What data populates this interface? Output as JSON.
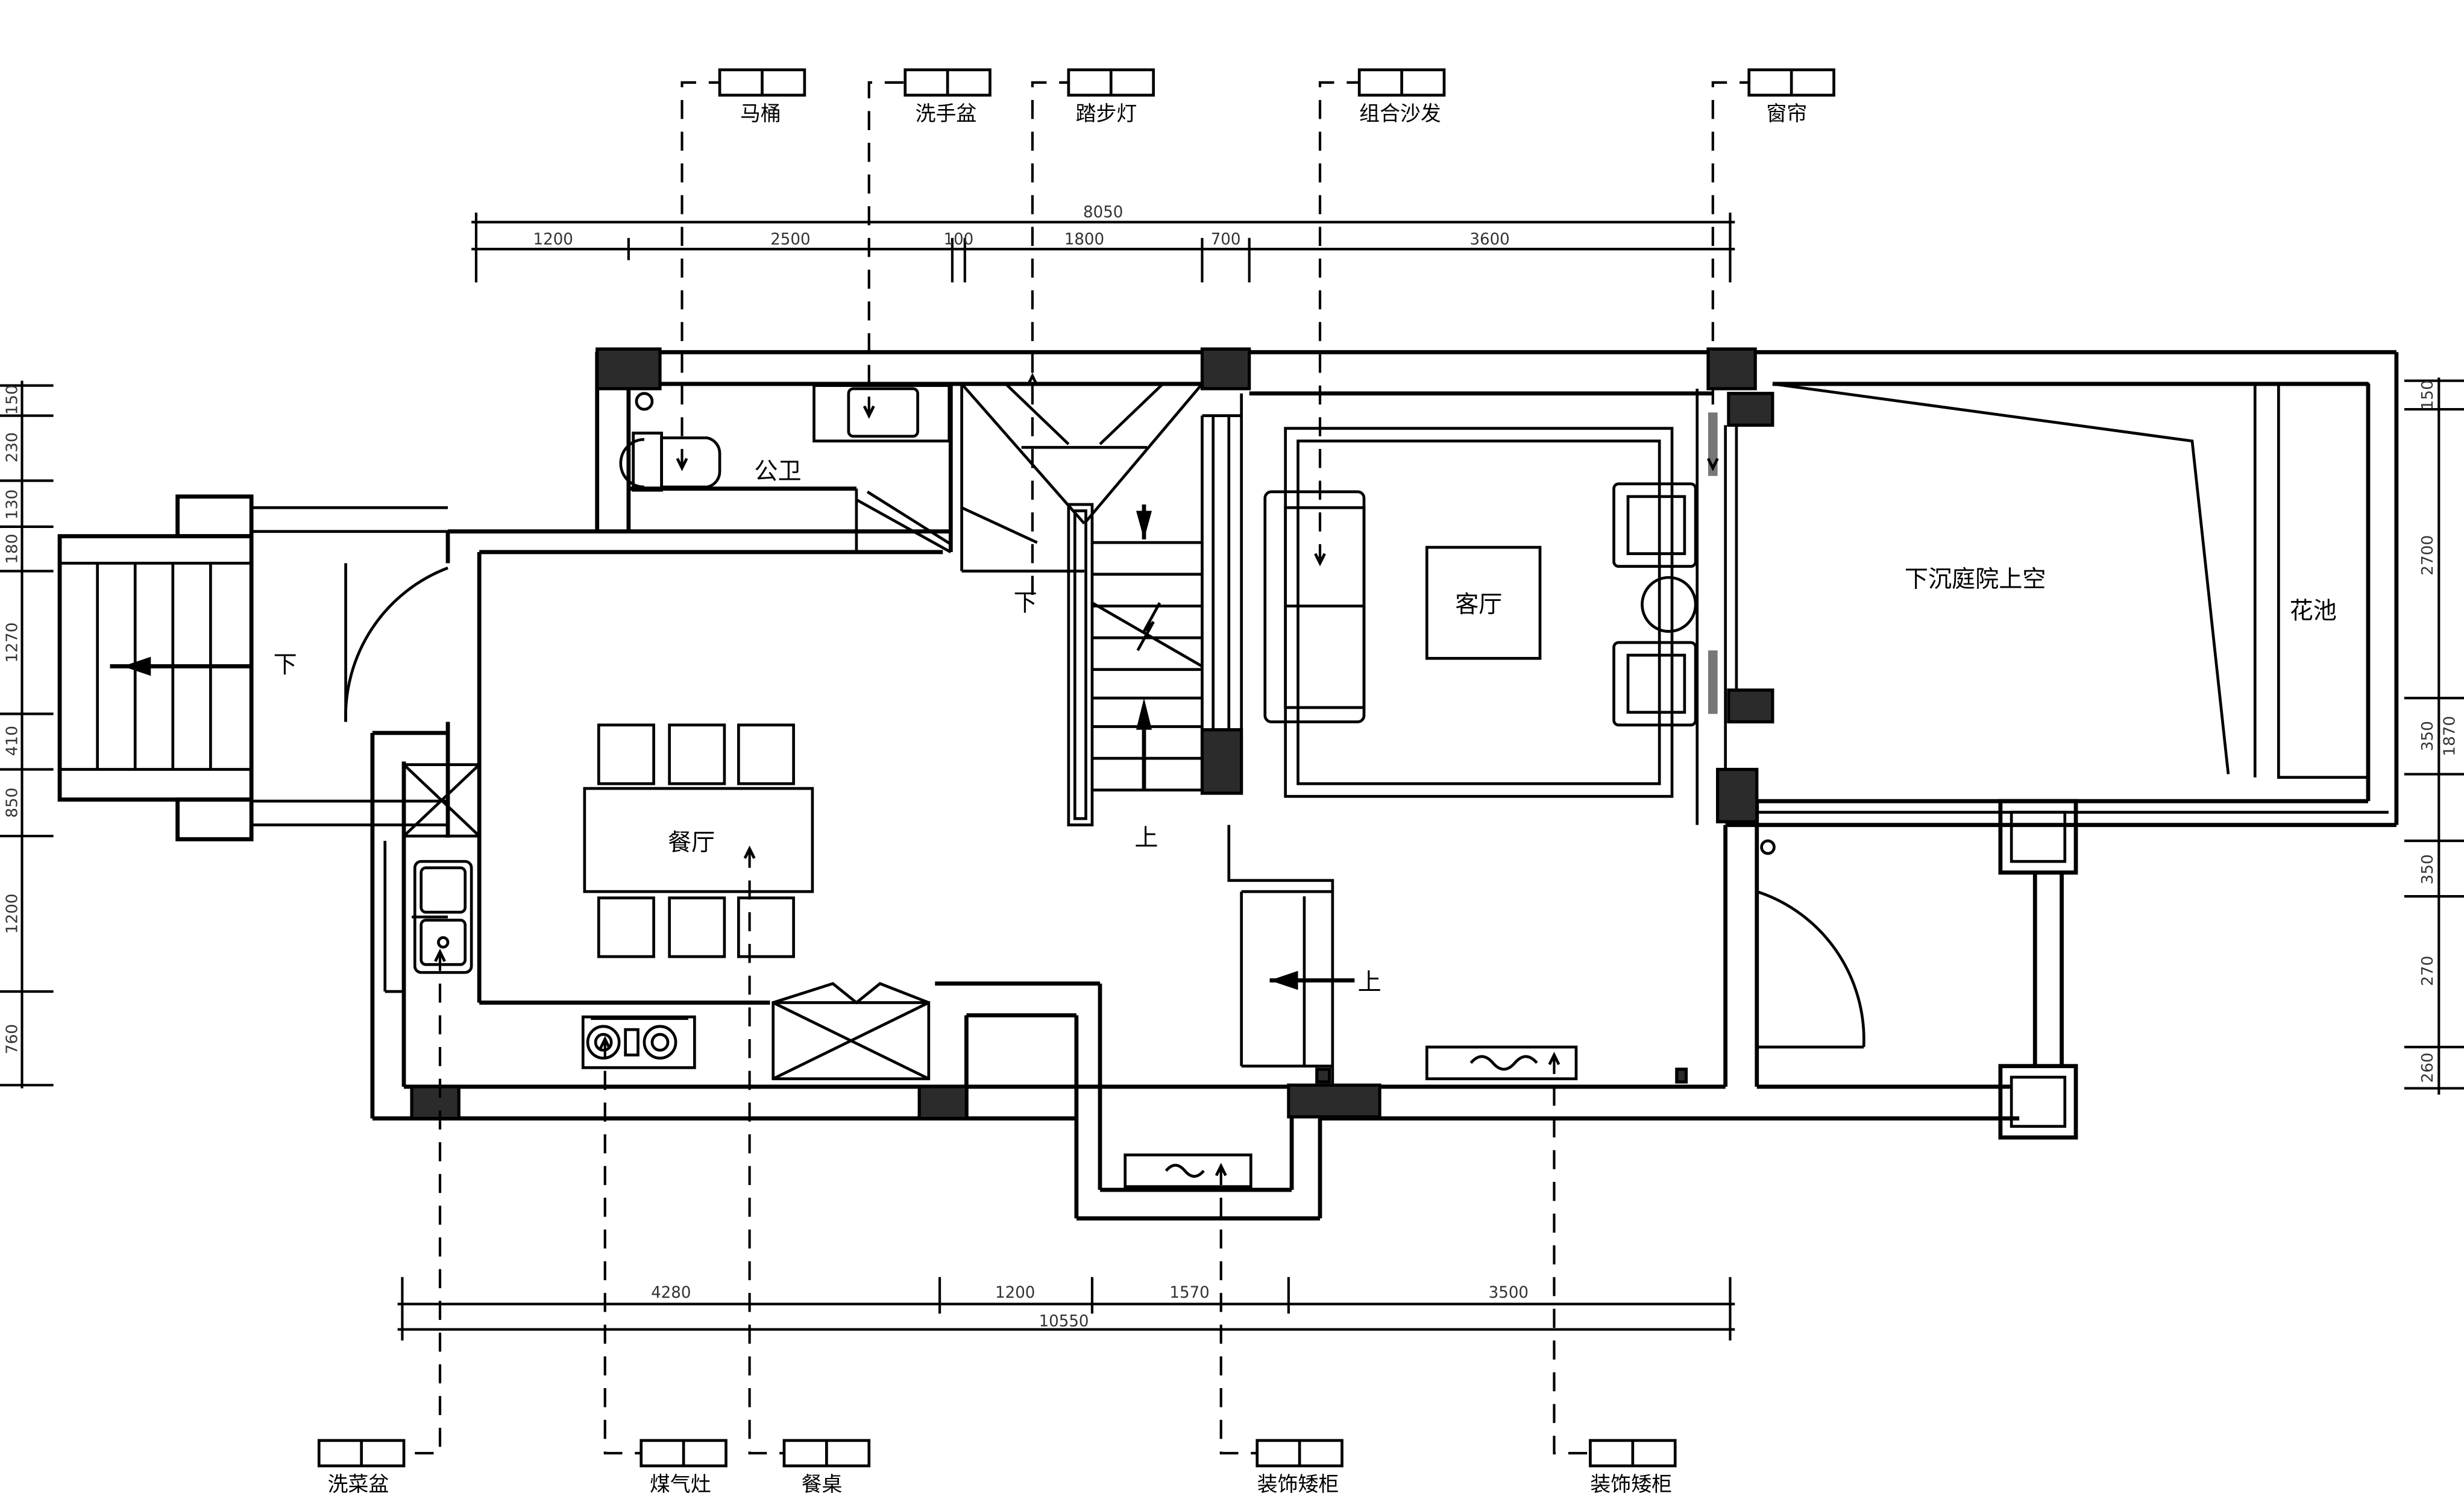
{
  "rooms": {
    "public_wc": "公卫",
    "living_room": "客厅",
    "dining_room": "餐厅",
    "sunken_courtyard": "下沉庭院上空",
    "flower_bed": "花池"
  },
  "stair_marks": {
    "down_left": "下",
    "down_stair": "下",
    "up_stair": "上",
    "up_entry": "上"
  },
  "callouts_top": [
    "马桶",
    "洗手盆",
    "踏步灯",
    "组合沙发",
    "窗帘"
  ],
  "callouts_bottom": [
    "洗菜盆",
    "煤气灶",
    "餐桌",
    "装饰矮柜",
    "装饰矮柜"
  ],
  "dimensions_top": {
    "total": "8050",
    "segments": [
      "1200",
      "2500",
      "100",
      "1800",
      "700",
      "3600"
    ]
  },
  "dimensions_bottom": {
    "total": "10550",
    "segments": [
      "4280",
      "1200",
      "1570",
      "3500"
    ]
  },
  "dimensions_left": [
    "150",
    "230",
    "130",
    "180",
    "1270",
    "410",
    "850",
    "1200",
    "760"
  ],
  "dimensions_right": [
    "150",
    "2700",
    "350",
    "1870",
    "350",
    "270",
    "260"
  ]
}
